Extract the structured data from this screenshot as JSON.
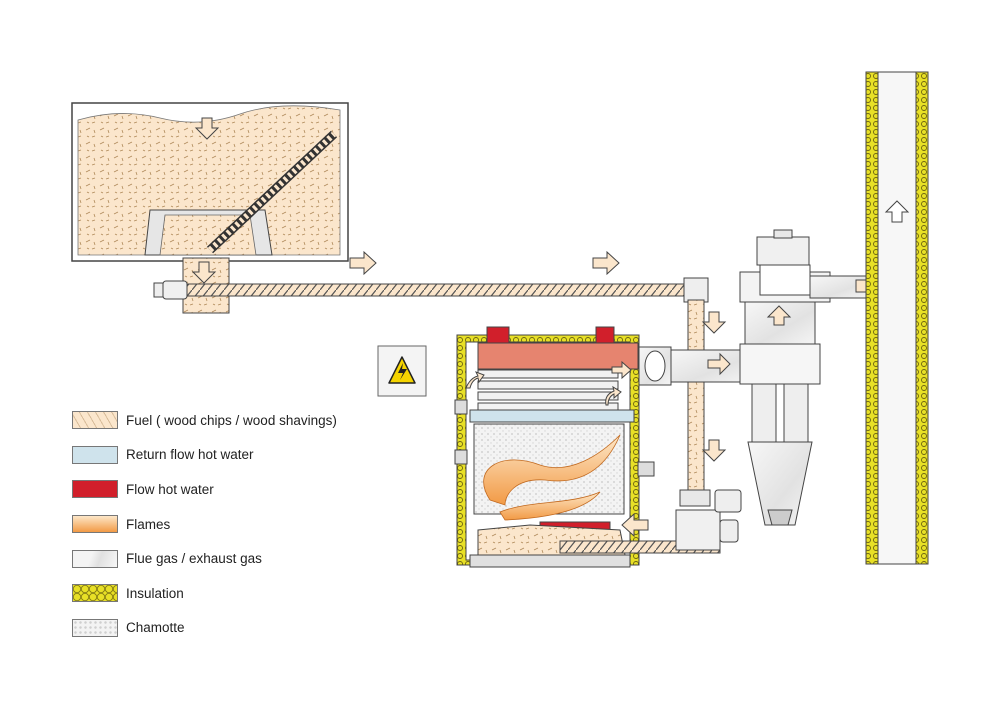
{
  "legend": {
    "items": [
      {
        "key": "fuel",
        "label": "Fuel ( wood chips / wood shavings)"
      },
      {
        "key": "return",
        "label": "Return flow hot water"
      },
      {
        "key": "flow",
        "label": "Flow hot water"
      },
      {
        "key": "flames",
        "label": "Flames"
      },
      {
        "key": "flue",
        "label": "Flue gas / exhaust gas"
      },
      {
        "key": "insulation",
        "label": "Insulation"
      },
      {
        "key": "chamotte",
        "label": "Chamotte"
      }
    ]
  },
  "colors": {
    "fuel": "#fbe6cc",
    "return_water": "#cfe3ec",
    "flow_water": "#d11f2b",
    "flames": "#f29a45",
    "flue_gas": "#eeeeee",
    "insulation": "#e8e026",
    "chamotte": "#f3f3f3",
    "outline": "#444444",
    "warning": "#f5d400"
  },
  "icons": {
    "warning": "high-voltage-warning-icon"
  }
}
